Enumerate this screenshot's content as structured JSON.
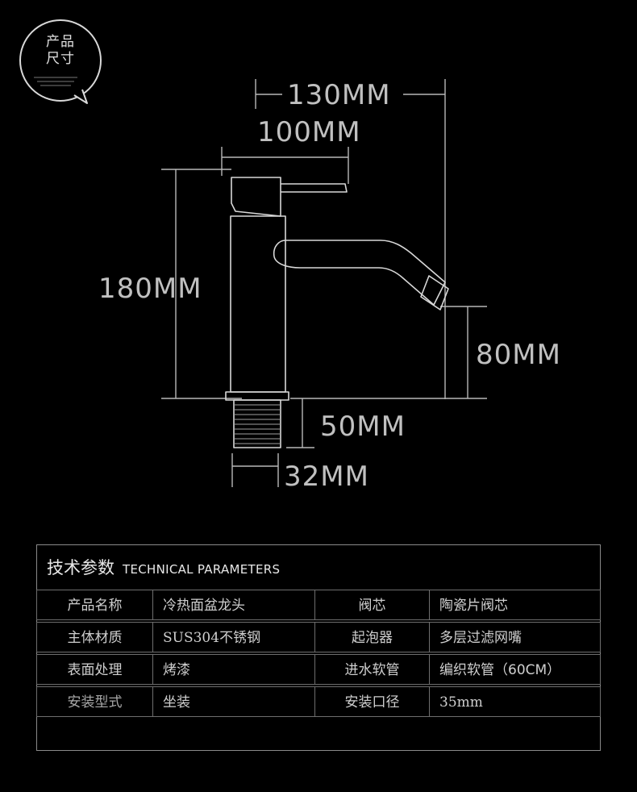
{
  "badge": {
    "line1": "产品",
    "line2": "尺寸"
  },
  "dimensions": {
    "total_length": "130MM",
    "body_length": "100MM",
    "total_height": "180MM",
    "spout_height": "80MM",
    "thread_length": "50MM",
    "thread_diameter": "32MM"
  },
  "params": {
    "title_zh": "技术参数",
    "title_en": "TECHNICAL PARAMETERS",
    "rows": [
      {
        "label1": "产品名称",
        "value1": "冷热面盆龙头",
        "label2": "阀芯",
        "value2": "陶瓷片阀芯"
      },
      {
        "label1": "主体材质",
        "value1": "SUS304不锈钢",
        "label2": "起泡器",
        "value2": "多层过滤网嘴"
      },
      {
        "label1": "表面处理",
        "value1": "烤漆",
        "label2": "进水软管",
        "value2": "编织软管（60CM）"
      },
      {
        "label1": "安装型式",
        "value1": "坐装",
        "label2": "安装口径",
        "value2": "35mm"
      }
    ]
  }
}
